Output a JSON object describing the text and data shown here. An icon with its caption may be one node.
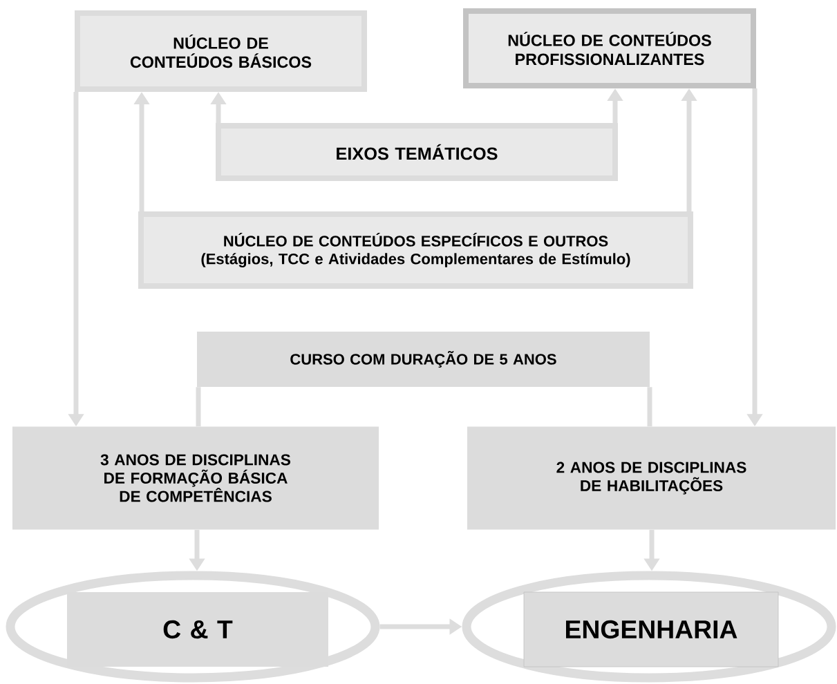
{
  "diagram": {
    "nodes": [
      {
        "text": [
          "NÚCLEO DE CONTEÚDOS BÁSICOS"
        ]
      },
      {
        "text": [
          "NÚCLEO DE CONTEÚDOS PROFISSIONALIZANTES"
        ]
      },
      {
        "text": [
          "EIXOS TEMÁTICOS"
        ]
      },
      {
        "text": [
          "NÚCLEO DE CONTEÚDOS ESPECÍFICOS E OUTROS",
          "(Estágios, TCC e Atividades Complementares de Estímulo)"
        ]
      },
      {
        "text": [
          "CURSO COM DURAÇÃO DE 5 ANOS"
        ]
      },
      {
        "text": [
          "3 ANOS DE DISCIPLINAS DE FORMAÇÃO BÁSICA DE COMPETÊNCIAS"
        ]
      },
      {
        "text": [
          "2 ANOS DE DISCIPLINAS DE HABILITAÇÕES"
        ]
      },
      {
        "text": [],
        "shape": "ellipse"
      },
      {
        "text": [
          "C & T"
        ],
        "in": 7
      },
      {
        "text": [],
        "shape": "ellipse"
      },
      {
        "text": [
          "ENGENHARIA"
        ],
        "in": 9
      }
    ],
    "edges": [
      {
        "from": 2,
        "to": 0,
        "arrow": "to"
      },
      {
        "from": 2,
        "to": 1,
        "arrow": "to"
      },
      {
        "from": 3,
        "to": 0,
        "arrow": "to"
      },
      {
        "from": 3,
        "to": 1,
        "arrow": "to"
      },
      {
        "from": 0,
        "to": 5,
        "arrow": "to"
      },
      {
        "from": 1,
        "to": 6,
        "arrow": "to"
      },
      {
        "from": 4,
        "to": 5,
        "arrow": "none"
      },
      {
        "from": 4,
        "to": 6,
        "arrow": "none"
      },
      {
        "from": 5,
        "to": 7,
        "arrow": "to"
      },
      {
        "from": 6,
        "to": 9,
        "arrow": "to"
      },
      {
        "from": 7,
        "to": 9,
        "arrow": "to"
      }
    ]
  }
}
